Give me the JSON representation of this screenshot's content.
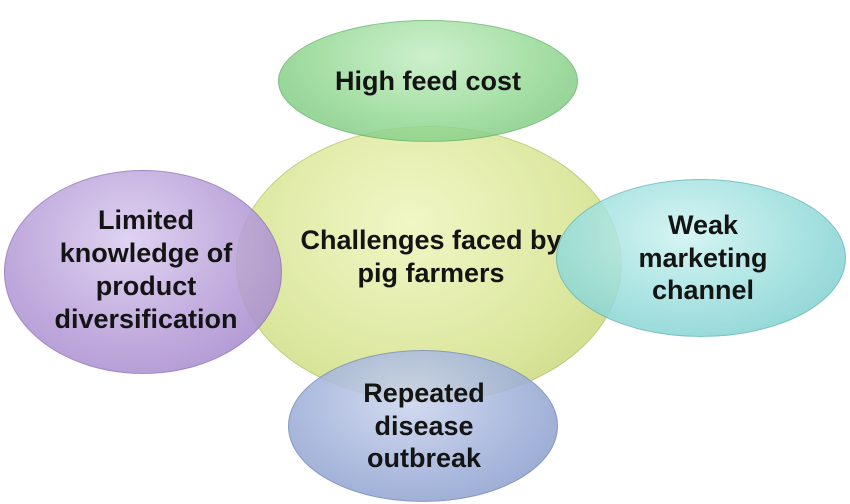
{
  "diagram": {
    "center": {
      "label": "Challenges faced by\npig farmers"
    },
    "top": {
      "label": "High feed cost"
    },
    "left": {
      "label": "Limited\nknowledge of\nproduct\ndiversification"
    },
    "right": {
      "label": "Weak\nmarketing\nchannel"
    },
    "bottom": {
      "label": "Repeated\ndisease\noutbreak"
    }
  },
  "colors": {
    "center": "#dbe79a",
    "top": "#95d995",
    "left": "#b79ed8",
    "right": "#96dcdb",
    "bottom": "#9fb0d9"
  }
}
